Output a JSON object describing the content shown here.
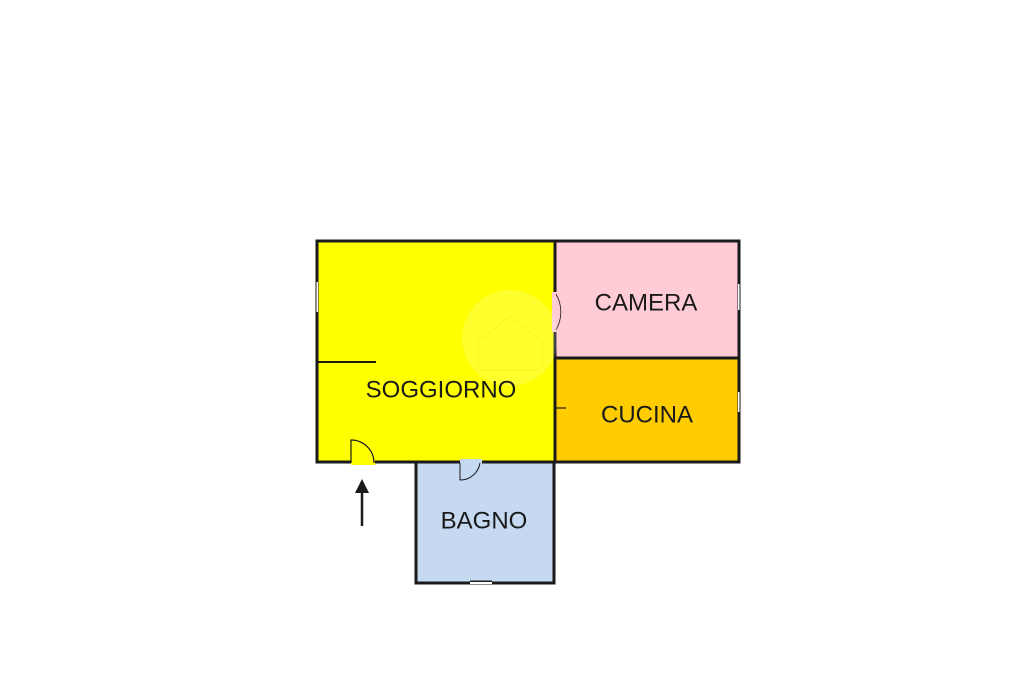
{
  "rooms": {
    "soggiorno": {
      "label": "SOGGIORNO",
      "color": "#ffff00"
    },
    "camera": {
      "label": "CAMERA",
      "color": "#ffccd5"
    },
    "cucina": {
      "label": "CUCINA",
      "color": "#ffcc00"
    },
    "bagno": {
      "label": "BAGNO",
      "color": "#c5d9f1"
    }
  },
  "colors": {
    "wall": "#1a1a1a",
    "background": "#ffffff"
  },
  "icons": {
    "entrance": "arrow-up-icon",
    "watermark": "house-logo-watermark"
  }
}
